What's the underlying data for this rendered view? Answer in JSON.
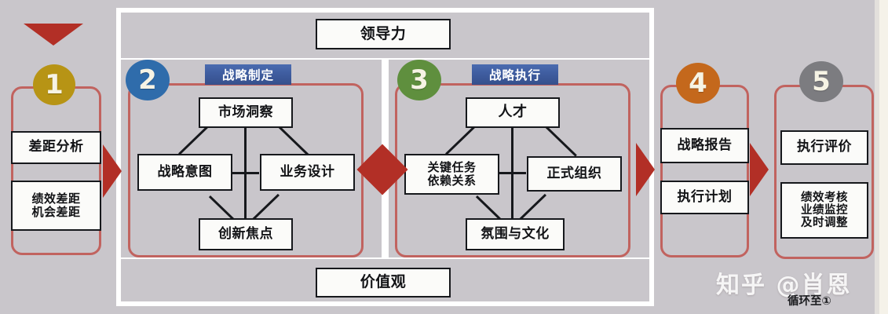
{
  "colors": {
    "background": "#c9c6cb",
    "frame": "#ffffff",
    "stage_border": "#c1635f",
    "box_border": "#16181c",
    "box_fill": "#fbfbf9",
    "arrow_red": "#b22f26",
    "header_blue": "#3d5a9c",
    "circle_1": "#b79415",
    "circle_2": "#2f6cab",
    "circle_3": "#5f8f3e",
    "circle_4": "#c4681c",
    "circle_5": "#7c7c80",
    "edge_strip": "#f5f2e9"
  },
  "top_arrow": {
    "icon": "triangle-down-icon"
  },
  "frame": {
    "leadership_label": "领导力",
    "values_label": "价值观"
  },
  "stages": [
    {
      "number": "1",
      "circle_color": "#b79415",
      "boxes": [
        {
          "text": "差距分析"
        },
        {
          "text": "绩效差距\n机会差距",
          "lines": [
            "绩效差距",
            "机会差距"
          ]
        }
      ]
    },
    {
      "number": "2",
      "circle_color": "#2f6cab",
      "header": "战略制定",
      "boxes": [
        {
          "text": "市场洞察",
          "position": "top"
        },
        {
          "text": "战略意图",
          "position": "left"
        },
        {
          "text": "业务设计",
          "position": "right"
        },
        {
          "text": "创新焦点",
          "position": "bottom"
        }
      ]
    },
    {
      "number": "3",
      "circle_color": "#5f8f3e",
      "header": "战略执行",
      "boxes": [
        {
          "text": "人才",
          "position": "top"
        },
        {
          "text": "关键任务\n依赖关系",
          "lines": [
            "关键任务",
            "依赖关系"
          ],
          "position": "left"
        },
        {
          "text": "正式组织",
          "position": "right"
        },
        {
          "text": "氛围与文化",
          "position": "bottom"
        }
      ]
    },
    {
      "number": "4",
      "circle_color": "#c4681c",
      "boxes": [
        {
          "text": "战略报告"
        },
        {
          "text": "执行计划"
        }
      ]
    },
    {
      "number": "5",
      "circle_color": "#7c7c80",
      "boxes": [
        {
          "text": "执行评价"
        },
        {
          "text": "绩效考核\n业绩监控\n及时调整",
          "lines": [
            "绩效考核",
            "业绩监控",
            "及时调整"
          ]
        }
      ]
    }
  ],
  "connectors": {
    "note": "each of stage 2 and 3 shows top/left/right/bottom boxes joined by a central cross plus four diagonals"
  },
  "watermark": {
    "text": "知乎 @肖恩"
  },
  "footer": {
    "cycle_text": "循环至①"
  }
}
